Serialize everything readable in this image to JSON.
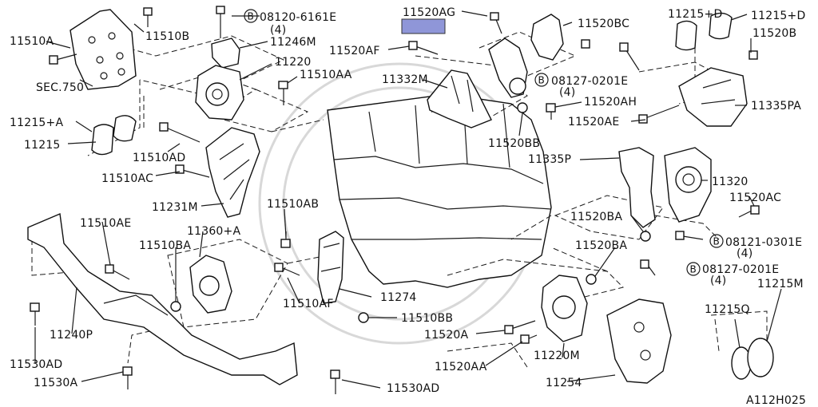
{
  "diagram": {
    "code": "A112H025",
    "highlight_color": "#8f96d8",
    "labels": {
      "l11520AG": "11520AG",
      "l11520BC": "11520BC",
      "l11215D1": "11215+D",
      "l11215D2": "11215+D",
      "l11520B": "11520B",
      "l11510A": "11510A",
      "l11510B": "11510B",
      "l08120": "08120-6161E",
      "l08120q": "(4)",
      "l11246M": "11246M",
      "l11220": "11220",
      "l11520AF": "11520AF",
      "lSEC": "SEC.750",
      "l11510AA": "11510AA",
      "l11332M": "11332M",
      "l08127a": "08127-0201E",
      "l08127aq": "(4)",
      "l11520AH": "11520AH",
      "l11335PA": "11335PA",
      "l11520AE": "11520AE",
      "l11215A": "11215+A",
      "l11215": "11215",
      "l11520BB": "11520BB",
      "l11510AD": "11510AD",
      "l11335P": "11335P",
      "l11510AC": "11510AC",
      "l11320": "11320",
      "l11231M": "11231M",
      "l11520AC": "11520AC",
      "l11510AB": "11510AB",
      "l11520BA1": "11520BA",
      "l11510AE": "11510AE",
      "l11360A": "11360+A",
      "l08121": "08121-0301E",
      "l08121q": "(4)",
      "l11510BA": "11510BA",
      "l11520BA2": "11520BA",
      "l08127b": "08127-0201E",
      "l08127bq": "(4)",
      "l11215M": "11215M",
      "l11510AF": "11510AF",
      "l11274": "11274",
      "l11240P": "11240P",
      "l11510BB": "11510BB",
      "l11215Q": "11215Q",
      "l11520A": "11520A",
      "l11220M": "11220M",
      "l11530AD1": "11530AD",
      "l11520AA": "11520AA",
      "l11530A": "11530A",
      "l11254": "11254",
      "l11530AD2": "11530AD",
      "B": "B"
    }
  }
}
